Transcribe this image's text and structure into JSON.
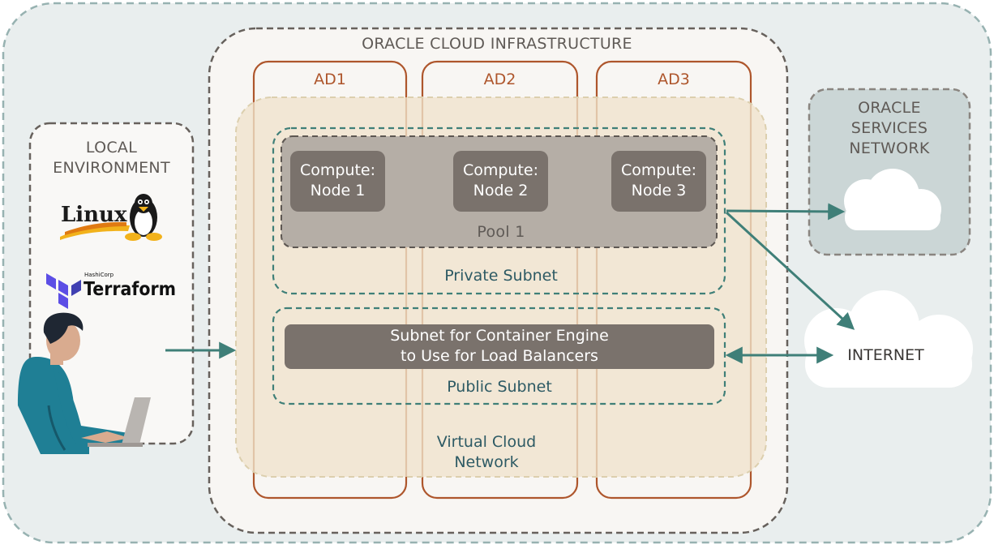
{
  "labels": {
    "oci": "ORACLE CLOUD INFRASTRUCTURE",
    "ad1": "AD1",
    "ad2": "AD2",
    "ad3": "AD3",
    "local_env": "LOCAL\nENVIRONMENT",
    "oracle_services": "ORACLE\nSERVICES\nNETWORK",
    "internet": "INTERNET",
    "node1": "Compute:\nNode 1",
    "node2": "Compute:\nNode 2",
    "node3": "Compute:\nNode 3",
    "pool": "Pool 1",
    "private_subnet": "Private Subnet",
    "lb_subnet": "Subnet for Container Engine\nto Use for Load Balancers",
    "public_subnet": "Public Subnet",
    "vcn": "Virtual Cloud\nNetwork"
  },
  "logos": {
    "linux": "Linux",
    "hashicorp": "HashiCorp",
    "terraform": "Terraform"
  },
  "icons": [
    "linux-tux-icon",
    "terraform-logo-icon",
    "cloud-icon",
    "user-at-laptop-icon"
  ],
  "colors": {
    "outer_region": "#e9eeee",
    "oci_region": "#f8f6f3",
    "availability_domain": "#ae562c",
    "vcn": "#efe3cc",
    "subnet_border": "#3f7f78",
    "pool": "#b5aea6",
    "compute_node": "#7a726c",
    "oracle_services": "#cbd6d6",
    "arrow": "#3f7f78",
    "terraform_purple": "#5c4ee5"
  }
}
